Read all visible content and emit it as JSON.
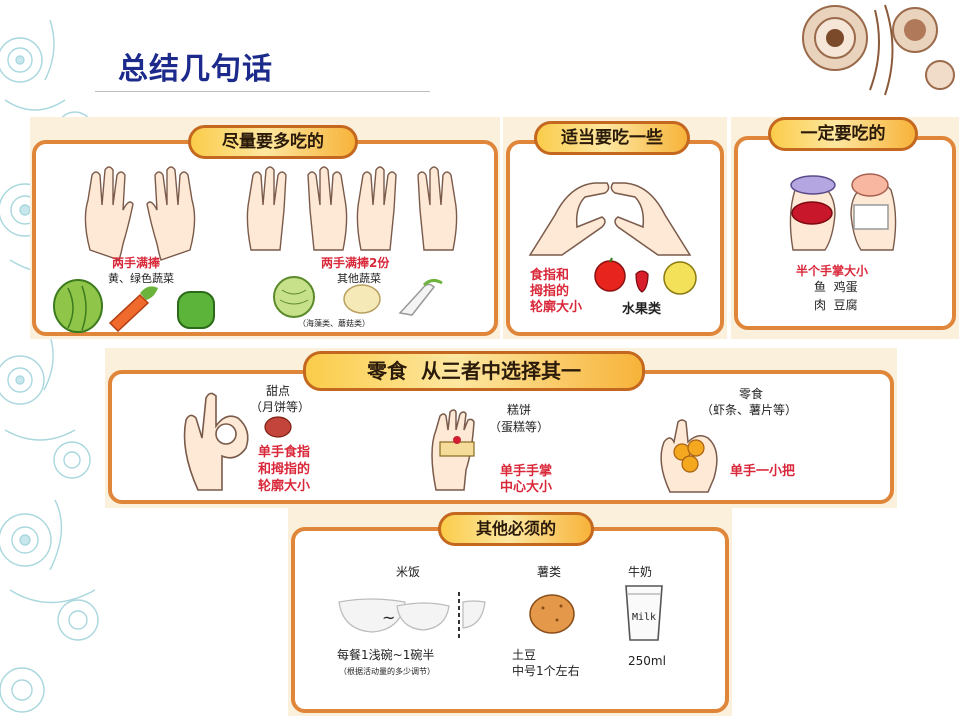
{
  "title": "总结几句话",
  "eat_more": {
    "heading": "尽量要多吃的",
    "group1_amount": "两手满捧",
    "group1_desc": "黄、绿色蔬菜",
    "group2_amount": "两手满捧2份",
    "group2_desc": "其他蔬菜",
    "group2_note": "（海藻类、蘑菇类）"
  },
  "eat_some": {
    "heading": "适当要吃一些",
    "line1": "食指和",
    "line2": "拇指的",
    "line3": "轮廓大小",
    "food": "水果类"
  },
  "must_eat": {
    "heading": "一定要吃的",
    "amount": "半个手掌大小",
    "foods_row1": "鱼  鸡蛋",
    "foods_row2": "肉  豆腐"
  },
  "snack": {
    "heading": "零食  从三者中选择其一",
    "items": [
      {
        "name": "甜点",
        "sub": "（月饼等）",
        "size1": "单手食指",
        "size2": "和拇指的",
        "size3": "轮廓大小"
      },
      {
        "name": "糕饼",
        "sub": "（蛋糕等）",
        "size1": "单手手掌",
        "size2": "中心大小"
      },
      {
        "name": "零食",
        "sub": "（虾条、薯片等）",
        "size1": "单手一小把"
      }
    ]
  },
  "other": {
    "heading": "其他必须的",
    "rice_label": "米饭",
    "tilde": "~",
    "rice_amount": "每餐1浅碗~1碗半",
    "rice_note": "（根据活动量的多少调节）",
    "potato_label": "薯类",
    "potato_amount1": "土豆",
    "potato_amount2": "中号1个左右",
    "milk_label": "牛奶",
    "milk_carton": "Milk",
    "milk_amount": "250ml"
  },
  "colors": {
    "title": "#1c2a8c",
    "frame": "#e0863a",
    "label_red": "#d9283a",
    "pill_fill": "#fbcc4a"
  }
}
